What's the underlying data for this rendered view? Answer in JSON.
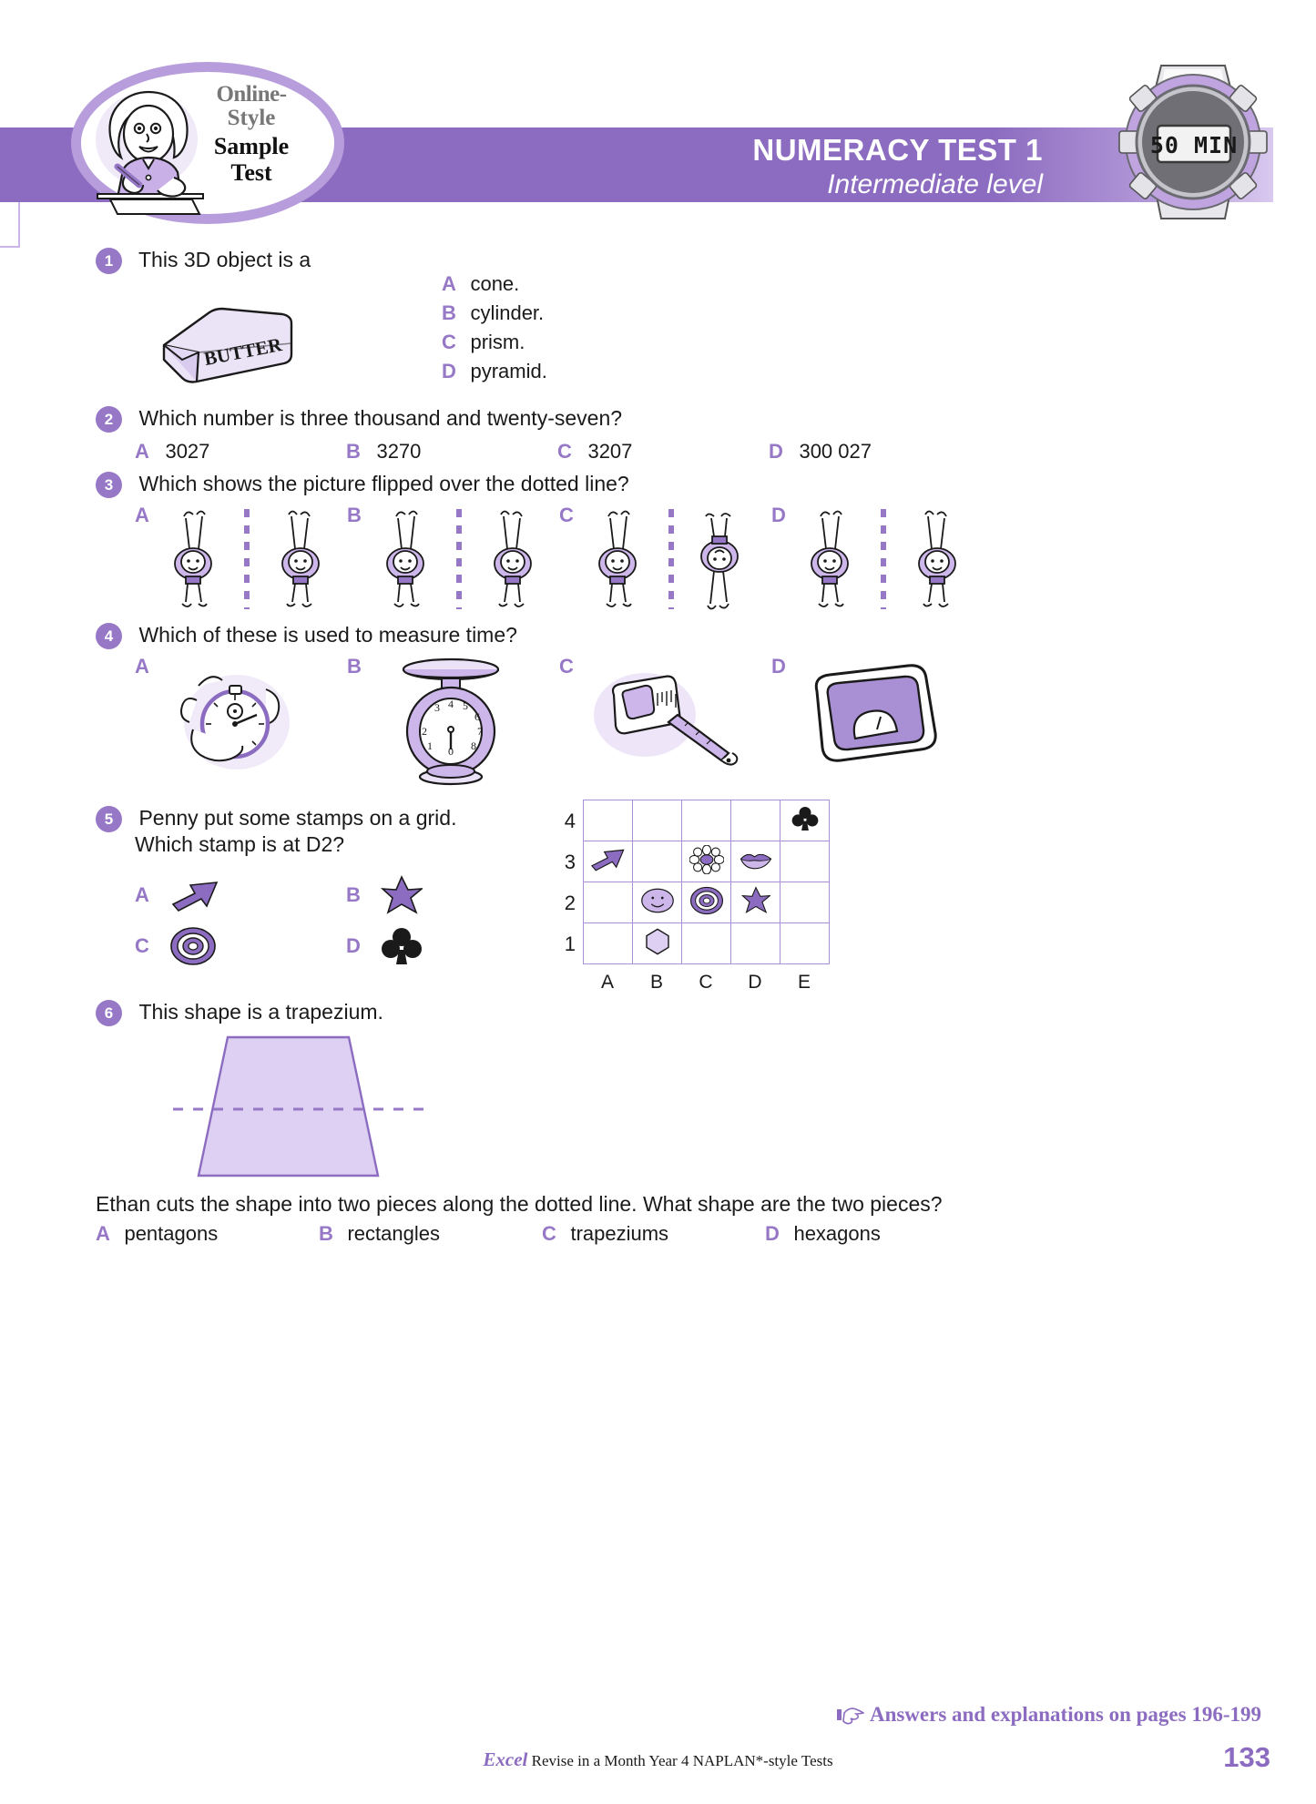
{
  "header": {
    "badge": {
      "line1": "Online-",
      "line2": "Style",
      "line3": "Sample",
      "line4": "Test",
      "illustration": "girl-writing-illustration"
    },
    "title": "NUMERACY TEST 1",
    "subtitle": "Intermediate level",
    "timer": "50 MIN",
    "timer_icon": "stopwatch-watch-icon"
  },
  "questions": [
    {
      "number": "1",
      "text": "This 3D object is a",
      "image": "butter-block-3d-prism",
      "image_label": "BUTTER",
      "options": [
        {
          "letter": "A",
          "text": "cone."
        },
        {
          "letter": "B",
          "text": "cylinder."
        },
        {
          "letter": "C",
          "text": "prism."
        },
        {
          "letter": "D",
          "text": "pyramid."
        }
      ]
    },
    {
      "number": "2",
      "text": "Which number is three thousand and twenty-seven?",
      "options": [
        {
          "letter": "A",
          "text": "3027"
        },
        {
          "letter": "B",
          "text": "3270"
        },
        {
          "letter": "C",
          "text": "3207"
        },
        {
          "letter": "D",
          "text": "300 027"
        }
      ]
    },
    {
      "number": "3",
      "text": "Which shows the picture flipped over the dotted line?",
      "options": [
        {
          "letter": "A",
          "image": "handstand-pair-mirrored"
        },
        {
          "letter": "B",
          "image": "handstand-pair-mirrored"
        },
        {
          "letter": "C",
          "image": "handstand-pair-rotated"
        },
        {
          "letter": "D",
          "image": "handstand-pair-mirrored"
        }
      ]
    },
    {
      "number": "4",
      "text": "Which of these is used to measure time?",
      "options": [
        {
          "letter": "A",
          "image": "stopwatch-in-hand-icon"
        },
        {
          "letter": "B",
          "image": "kitchen-scale-icon"
        },
        {
          "letter": "C",
          "image": "tape-measure-icon"
        },
        {
          "letter": "D",
          "image": "bathroom-scale-icon"
        }
      ]
    },
    {
      "number": "5",
      "text_line1": "Penny put some stamps on a grid.",
      "text_line2": "Which stamp is at D2?",
      "options": [
        {
          "letter": "A",
          "image": "arrow-stamp"
        },
        {
          "letter": "B",
          "image": "star-stamp"
        },
        {
          "letter": "C",
          "image": "target-spiral-stamp"
        },
        {
          "letter": "D",
          "image": "club-stamp"
        }
      ]
    },
    {
      "number": "6",
      "text": "This shape is a trapezium.",
      "image": "trapezium-with-dotted-horizontal-cut",
      "tail_text": "Ethan cuts the shape into two pieces along the dotted line. What shape are the two pieces?",
      "options": [
        {
          "letter": "A",
          "text": "pentagons"
        },
        {
          "letter": "B",
          "text": "rectangles"
        },
        {
          "letter": "C",
          "text": "trapeziums"
        },
        {
          "letter": "D",
          "text": "hexagons"
        }
      ]
    }
  ],
  "stamp_grid": {
    "row_labels": [
      "4",
      "3",
      "2",
      "1"
    ],
    "col_labels": [
      "A",
      "B",
      "C",
      "D",
      "E"
    ],
    "cells": [
      [
        "",
        "",
        "",
        "",
        "club"
      ],
      [
        "arrow",
        "",
        "flower",
        "lips",
        ""
      ],
      [
        "",
        "smiley",
        "target",
        "star",
        ""
      ],
      [
        "",
        "hexagon",
        "",
        "",
        ""
      ]
    ]
  },
  "footer": {
    "answers_note": "Answers and explanations on pages 196-199",
    "answers_icon": "pointing-hand-icon",
    "brand": "Excel",
    "brand_tail": "Revise in a Month Year 4 NAPLAN*-style Tests",
    "page_number": "133"
  },
  "colors": {
    "accent": "#8c6cc0",
    "accent_light": "#b79ddb",
    "accent_pale": "#d9c9ef",
    "grid_line": "#a98fd4"
  }
}
